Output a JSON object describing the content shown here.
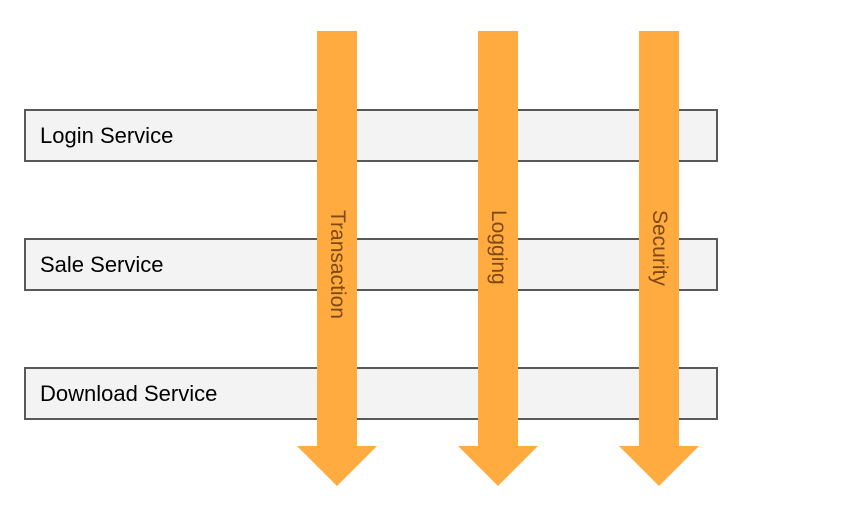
{
  "services": [
    {
      "label": "Login Service"
    },
    {
      "label": "Sale Service"
    },
    {
      "label": "Download Service"
    }
  ],
  "aspects": [
    {
      "label": "Transaction"
    },
    {
      "label": "Logging"
    },
    {
      "label": "Security"
    }
  ],
  "colors": {
    "service_fill": "#f3f3f3",
    "service_border": "#595959",
    "arrow_fill": "#ffab40",
    "arrow_text": "#7f4a12"
  }
}
